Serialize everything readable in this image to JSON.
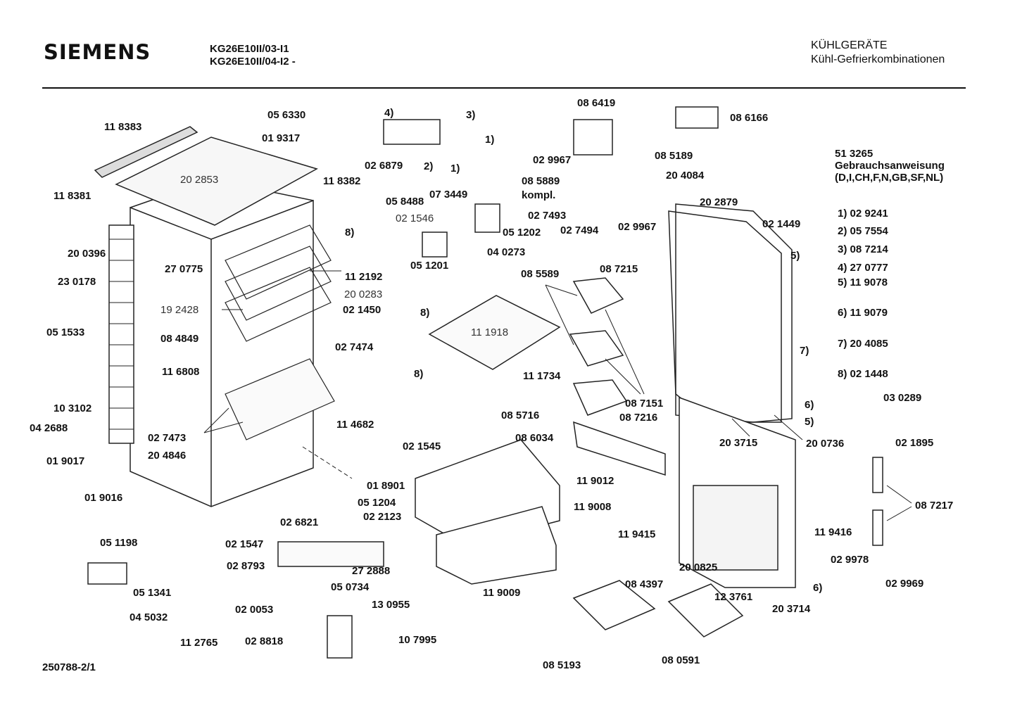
{
  "header": {
    "brand": "SIEMENS",
    "models": [
      "KG26E10II/03-I1",
      "KG26E10II/04-I2  -"
    ],
    "category": "KÜHLGERÄTE",
    "subcategory": "Kühl-Gefrierkombinationen"
  },
  "manual": {
    "number": "51 3265",
    "title": "Gebrauchsanweisung",
    "languages": "(D,I,CH,F,N,GB,SF,NL)"
  },
  "legend": [
    {
      "key": "1)",
      "part": "02 9241"
    },
    {
      "key": "2)",
      "part": "05 7554"
    },
    {
      "key": "3)",
      "part": "08 7214"
    },
    {
      "key": "4)",
      "part": "27 0777"
    },
    {
      "key": "5)",
      "part": "11 9078"
    },
    {
      "key": "6)",
      "part": "11 9079"
    },
    {
      "key": "7)",
      "part": "20 4085"
    },
    {
      "key": "8)",
      "part": "02 1448"
    }
  ],
  "labels": [
    "11 8383",
    "20 2853",
    "11 8382",
    "11 8381",
    "05 6330",
    "01 9317",
    "02 6879",
    "4)",
    "3)",
    "1)",
    "2)",
    "1)",
    "05 8488",
    "8)",
    "07 3449",
    "02 1546",
    "05 1202",
    "05 1201",
    "04 0273",
    "20 0396",
    "23 0178",
    "27 0775",
    "11 2192",
    "20 0283",
    "19 2428",
    "08 4849",
    "02 1450",
    "8)",
    "02 7474",
    "11 6808",
    "8)",
    "11 1918",
    "11 1734",
    "05 1533",
    "10 3102",
    "04 2688",
    "02 7473",
    "20 4846",
    "11 4682",
    "02 1545",
    "08 5716",
    "08 6034",
    "01 9017",
    "01 9016",
    "01 8901",
    "05 1204",
    "02 2123",
    "02 6821",
    "05 1198",
    "02 1547",
    "27 2888",
    "02 8793",
    "05 1341",
    "05 0734",
    "02 0053",
    "13 0955",
    "04 5032",
    "11 2765",
    "02 8818",
    "10 7995",
    "11 9008",
    "11 9009",
    "08 6419",
    "08 6166",
    "02 9967",
    "08 5189",
    "08 5889",
    "kompl.",
    "20 4084",
    "02 7493",
    "02 7494",
    "02 9967",
    "20 2879",
    "02 1449",
    "5)",
    "08 5589",
    "08 7215",
    "7)",
    "08 7151",
    "08 7216",
    "11 9012",
    "6)",
    "5)",
    "20 3715",
    "20 0736",
    "03 0289",
    "02 1895",
    "11 9415",
    "11 9416",
    "20 0825",
    "08 7217",
    "02 9978",
    "02 9969",
    "6)",
    "20 3714",
    "08 4397",
    "12 3761",
    "08 5193",
    "08 0591"
  ],
  "footer": {
    "code": "250788-2/1"
  }
}
